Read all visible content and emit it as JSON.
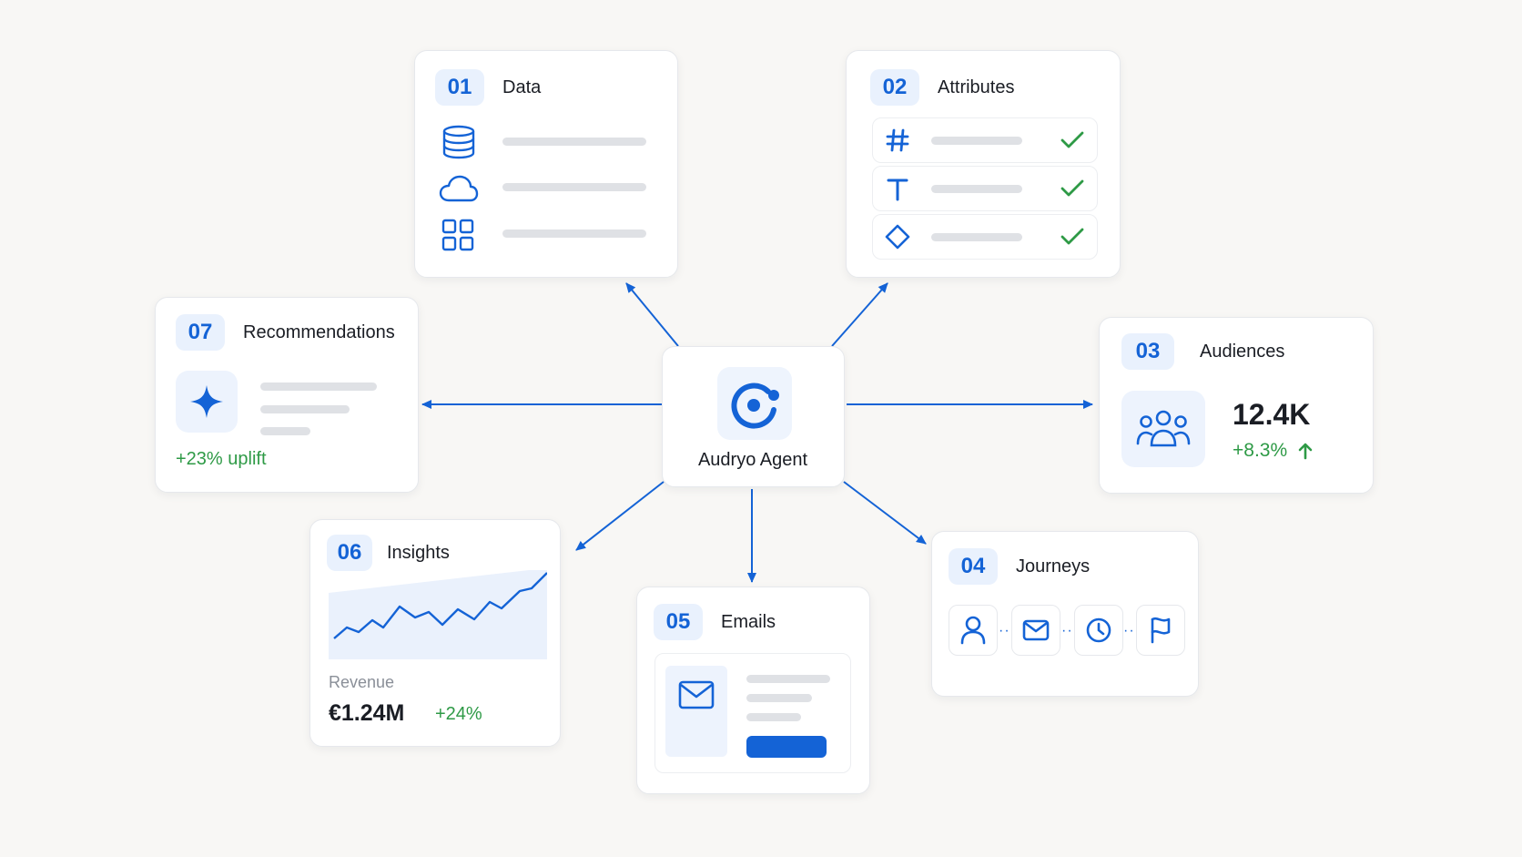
{
  "hub": {
    "label": "Audryo Agent"
  },
  "cards": {
    "data": {
      "num": "01",
      "title": "Data"
    },
    "attributes": {
      "num": "02",
      "title": "Attributes"
    },
    "audiences": {
      "num": "03",
      "title": "Audiences",
      "value": "12.4K",
      "change": "+8.3%"
    },
    "journeys": {
      "num": "04",
      "title": "Journeys"
    },
    "emails": {
      "num": "05",
      "title": "Emails"
    },
    "insights": {
      "num": "06",
      "title": "Insights",
      "metric_label": "Revenue",
      "metric_value": "€1.24M",
      "metric_change": "+24%"
    },
    "recommendations": {
      "num": "07",
      "title": "Recommendations",
      "uplift": "+23% uplift"
    }
  },
  "icons": {
    "data": [
      "database-icon",
      "cloud-icon",
      "grid-icon"
    ],
    "attributes": [
      "hash-icon",
      "text-icon",
      "diamond-icon"
    ],
    "journeys": [
      "user-icon",
      "mail-icon",
      "clock-icon",
      "flag-icon"
    ]
  },
  "colors": {
    "accent": "#1463d6",
    "positive": "#2e9a46",
    "background": "#f8f7f5"
  }
}
